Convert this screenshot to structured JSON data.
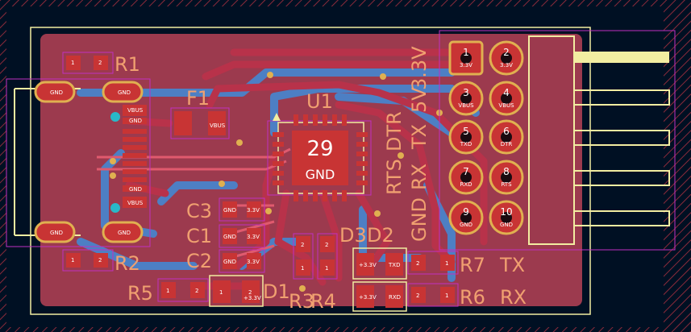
{
  "board": {
    "ic": {
      "ref": "U1",
      "pad_number": "29",
      "pad_net": "GND"
    },
    "header": {
      "pins": [
        {
          "num": "1",
          "net": "3.3V"
        },
        {
          "num": "2",
          "net": "3.3V"
        },
        {
          "num": "3",
          "net": "VBUS"
        },
        {
          "num": "4",
          "net": "VBUS"
        },
        {
          "num": "5",
          "net": "TXD"
        },
        {
          "num": "6",
          "net": "DTR"
        },
        {
          "num": "7",
          "net": "RXD"
        },
        {
          "num": "8",
          "net": "RTS"
        },
        {
          "num": "9",
          "net": "GND"
        },
        {
          "num": "10",
          "net": "GND"
        }
      ],
      "silk_labels": [
        "3.3V",
        "5V",
        "DTR",
        "TX",
        "RTS",
        "RX",
        "GND"
      ]
    },
    "usb": {
      "shield_labels": [
        "GND",
        "GND",
        "GND",
        "GND"
      ],
      "pin_labels": [
        "VBUS",
        "GND",
        "GND",
        "VBUS"
      ]
    },
    "components": [
      {
        "ref": "R1",
        "pads": [
          "1",
          "2"
        ]
      },
      {
        "ref": "R2",
        "pads": [
          "1",
          "2"
        ]
      },
      {
        "ref": "F1",
        "pads": [
          "VBUS"
        ]
      },
      {
        "ref": "C3",
        "pads": [
          "GND",
          "3.3V"
        ]
      },
      {
        "ref": "C1",
        "pads": [
          "GND",
          "3.3V"
        ]
      },
      {
        "ref": "C2",
        "pads": [
          "GND",
          "3.3V"
        ]
      },
      {
        "ref": "R5",
        "pads": [
          "1",
          "2"
        ]
      },
      {
        "ref": "D1",
        "pads": [
          "1",
          "2"
        ]
      },
      {
        "ref": "R3",
        "pads": [
          "2",
          "1"
        ]
      },
      {
        "ref": "R4",
        "pads": [
          "2",
          "1"
        ]
      },
      {
        "ref": "D3",
        "pads": [
          "+3.3V",
          "TXD"
        ]
      },
      {
        "ref": "D2",
        "pads": [
          "+3.3V",
          "RXD"
        ]
      },
      {
        "ref": "R7",
        "pads": [
          "2",
          "1"
        ]
      },
      {
        "ref": "R6",
        "pads": [
          "2",
          "1"
        ]
      }
    ],
    "side_labels": [
      "TX",
      "RX"
    ],
    "pad_net_labels": [
      "GND",
      "+3.3V",
      "+3.3V",
      "+3.3V"
    ]
  },
  "colors": {
    "background": "#001023",
    "copper_fill": "#9c3a4e",
    "track_front": "#b8324a",
    "track_back": "#4d7fc4",
    "silkscreen": "#f2eda1",
    "pad": "#c83434",
    "courtyard": "#c030c0"
  }
}
